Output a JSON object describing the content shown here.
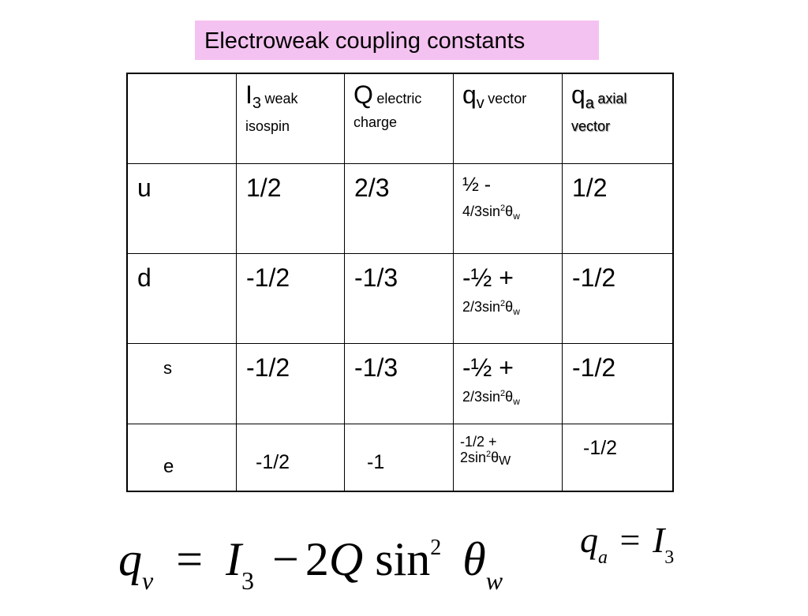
{
  "title": "Electroweak coupling constants",
  "header": {
    "I3": {
      "symbol": "I",
      "sub": "3",
      "word1": "weak",
      "word2": "isospin"
    },
    "Q": {
      "symbol": "Q",
      "word1": "electric",
      "word2": "charge"
    },
    "qv": {
      "symbol": "q",
      "sub": "v",
      "word1": "vector"
    },
    "qa": {
      "symbol": "q",
      "sub": "a",
      "word1": "axial",
      "word2": "vector"
    }
  },
  "rows": [
    {
      "particle": "u",
      "I3": "1/2",
      "Q": "2/3",
      "qv_line1": "½ -",
      "qv_line2": "4/3sin",
      "qa": "1/2"
    },
    {
      "particle": "d",
      "I3": "-1/2",
      "Q": "-1/3",
      "qv_line1": "-½ +",
      "qv_line2": "2/3sin",
      "qa": "-1/2"
    },
    {
      "particle": "s",
      "I3": "-1/2",
      "Q": "-1/3",
      "qv_line1": "-½ +",
      "qv_line2": "2/3sin",
      "qa": "-1/2"
    },
    {
      "particle": "e",
      "I3": "-1/2",
      "Q": "-1",
      "qv_line1": "-1/2 +",
      "qv_line2": "2sin",
      "qa": "-1/2"
    }
  ],
  "sin_suffix": {
    "sup": "2",
    "theta": "θ",
    "sub_lower": "w",
    "sub_upper": "W"
  },
  "formula_main": {
    "q": "q",
    "v": "v",
    "eq": "=",
    "I": "I",
    "three": "3",
    "minus": "−",
    "two": "2",
    "Q": "Q",
    "sin": "sin",
    "sq": "2",
    "theta": "θ",
    "w": "w"
  },
  "formula_qa": {
    "q": "q",
    "a": "a",
    "eq": "=",
    "I": "I",
    "three": "3"
  }
}
